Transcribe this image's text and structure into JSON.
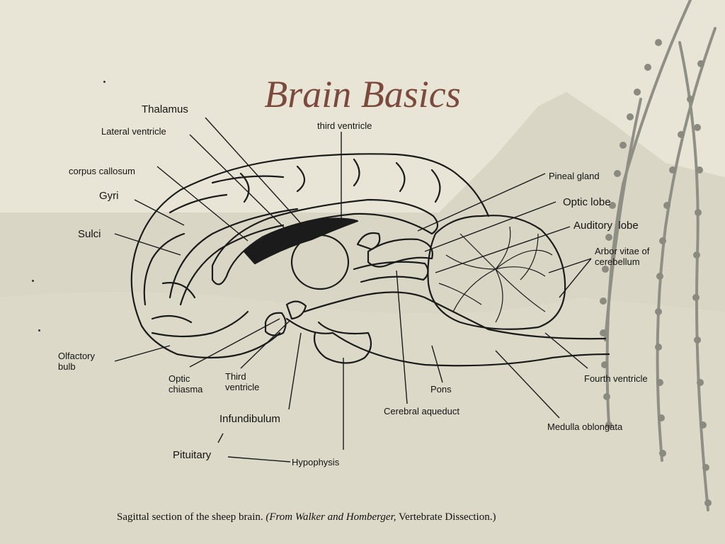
{
  "slide": {
    "title": "Brain Basics",
    "colors": {
      "title": "#7b4a3c",
      "background": "#e6e3d4",
      "ink": "#141414"
    }
  },
  "figure": {
    "labels": {
      "thalamus": "Thalamus",
      "lateral_ventricle": "Lateral ventricle",
      "third_ventricle_top": "third ventricle",
      "corpus_callosum": "corpus callosum",
      "gyri": "Gyri",
      "sulci": "Sulci",
      "pineal_gland": "Pineal gland",
      "optic_lobe": "Optic lobe",
      "auditory_lobe": "Auditory  lobe",
      "arbor_vitae": "Arbor vitae of\ncerebellum",
      "olfactory_bulb": "Olfactory\nbulb",
      "optic_chiasma": "Optic\nchiasma",
      "third_ventricle_bottom": "Third\nventricle",
      "pons": "Pons",
      "fourth_ventricle": "Fourth ventricle",
      "infundibulum": "Infundibulum",
      "cerebral_aqueduct": "Cerebral aqueduct",
      "medulla_oblongata": "Medulla oblongata",
      "pituitary": "Pituitary",
      "hypophysis": "Hypophysis"
    },
    "caption": {
      "main": "Sagittal section of the sheep brain.",
      "source": "(From Walker and Homberger,",
      "book": "Vertebrate Dissection.)"
    }
  }
}
